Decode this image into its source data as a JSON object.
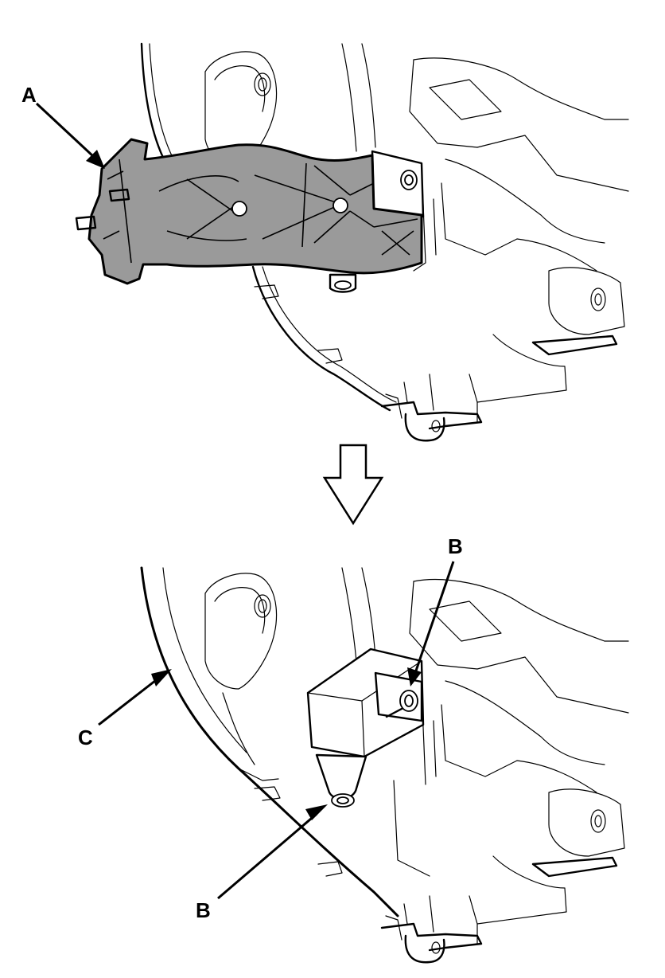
{
  "figure": {
    "callouts": {
      "bracket_removed": "A",
      "mounting_bolt_upper": "B",
      "mounting_bolt_lower": "B",
      "housing_edge": "C"
    },
    "step_arrow_icon": "down-arrow-icon",
    "colors": {
      "line": "#000000",
      "bracket_fill": "#9a9a9a",
      "background": "#ffffff"
    }
  }
}
